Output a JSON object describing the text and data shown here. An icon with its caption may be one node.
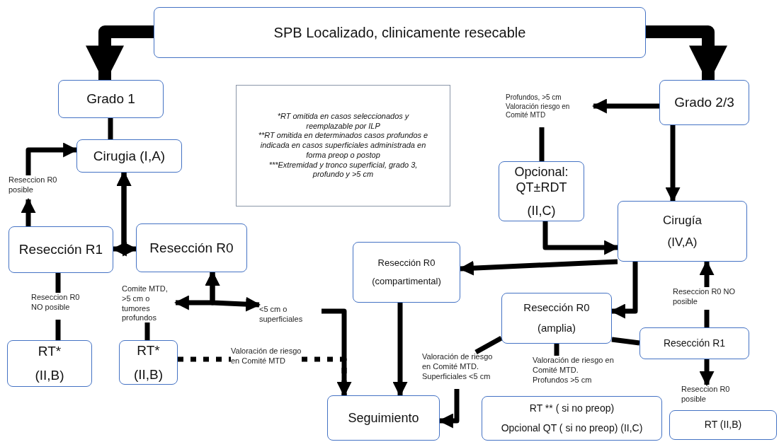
{
  "diagram": {
    "nodes": [
      {
        "text": [
          "SPB Localizado, clinicamente resecable"
        ]
      },
      {
        "text": [
          "Grado 1"
        ]
      },
      {
        "text": [
          "Cirugia (I,A)"
        ]
      },
      {
        "text": [
          "Resección  R1"
        ]
      },
      {
        "text": [
          "Resección  R0"
        ]
      },
      {
        "text": [
          "*RT omitida en casos seleccionados y reemplazable  por ILP",
          "**RT omitida en determinados casos profundos e indicada en casos superficiales administrada en forma preop o postop",
          "***Extremidad y tronco superficial, grado 3, profundo y >5 cm"
        ]
      },
      {
        "text": [
          "Grado 2/3"
        ]
      },
      {
        "text": [
          "Opcional: QT±RDT",
          "(II,C)"
        ]
      },
      {
        "text": [
          "Cirugía",
          "(IV,A)"
        ]
      },
      {
        "text": [
          "Resección  R0",
          "(compartimental)"
        ]
      },
      {
        "text": [
          "Resección R0",
          "(amplia)"
        ]
      },
      {
        "text": [
          "Resección R1"
        ]
      },
      {
        "text": [
          "RT*",
          "(II,B)"
        ]
      },
      {
        "text": [
          "RT*",
          "(II,B)"
        ]
      },
      {
        "text": [
          "Seguimiento"
        ]
      },
      {
        "text": [
          "RT ** ( si no preop)",
          "Opcional QT ( si no preop) (II,C)"
        ]
      },
      {
        "text": [
          "RT (II,B)"
        ]
      },
      {
        "text": [
          "Reseccion R0 posible"
        ]
      },
      {
        "text": [
          "Reseccion R0 NO posible"
        ]
      },
      {
        "text": [
          "Comite MTD, >5 cm o tumores profundos"
        ]
      },
      {
        "text": [
          "<5 cm o superficiales"
        ]
      },
      {
        "text": [
          "Valoración de riesgo en Comité MTD"
        ]
      },
      {
        "text": [
          "Profundos, >5 cm Valoración riesgo en Comité MTD"
        ]
      },
      {
        "text": [
          "Valoración de riesgo en Comité MTD. Superficiales <5 cm"
        ]
      },
      {
        "text": [
          "Valoración de riesgo en Comité MTD. Profundos >5 cm"
        ]
      },
      {
        "text": [
          "Reseccion R0 NO posible"
        ]
      },
      {
        "text": [
          "Reseccion R0 posible"
        ]
      }
    ],
    "edges": [
      {
        "from": 0,
        "to": 1,
        "arrow": "to",
        "style": "thick"
      },
      {
        "from": 0,
        "to": 6,
        "arrow": "to",
        "style": "thick"
      },
      {
        "from": 1,
        "to": 2,
        "arrow": "none"
      },
      {
        "from": 3,
        "to": 17,
        "arrow": "to"
      },
      {
        "from": 17,
        "to": 2,
        "arrow": "to"
      },
      {
        "from": 2,
        "to": 3,
        "arrow": "both"
      },
      {
        "from": 2,
        "to": 4,
        "arrow": "both"
      },
      {
        "from": 3,
        "to": 18,
        "arrow": "none"
      },
      {
        "from": 18,
        "to": 12,
        "arrow": "none"
      },
      {
        "from": 4,
        "to": 19,
        "arrow": "both"
      },
      {
        "from": 4,
        "to": 20,
        "arrow": "both"
      },
      {
        "from": 19,
        "to": 13,
        "arrow": "none"
      },
      {
        "from": 13,
        "to": 21,
        "arrow": "none",
        "style": "dashed"
      },
      {
        "from": 21,
        "to": 14,
        "arrow": "none",
        "style": "dashed"
      },
      {
        "from": 20,
        "to": 14,
        "arrow": "to"
      },
      {
        "from": 6,
        "to": 22,
        "arrow": "to"
      },
      {
        "from": 22,
        "to": 7,
        "arrow": "none"
      },
      {
        "from": 6,
        "to": 8,
        "arrow": "to"
      },
      {
        "from": 7,
        "to": 8,
        "arrow": "to"
      },
      {
        "from": 8,
        "to": 9,
        "arrow": "to"
      },
      {
        "from": 8,
        "to": 10,
        "arrow": "to"
      },
      {
        "from": 9,
        "to": 14,
        "arrow": "to"
      },
      {
        "from": 10,
        "to": 23,
        "arrow": "none"
      },
      {
        "from": 23,
        "to": 14,
        "arrow": "to"
      },
      {
        "from": 10,
        "to": 24,
        "arrow": "none"
      },
      {
        "from": 10,
        "to": 11,
        "arrow": "none"
      },
      {
        "from": 11,
        "to": 25,
        "arrow": "none"
      },
      {
        "from": 25,
        "to": 8,
        "arrow": "to"
      },
      {
        "from": 11,
        "to": 26,
        "arrow": "to"
      }
    ]
  }
}
